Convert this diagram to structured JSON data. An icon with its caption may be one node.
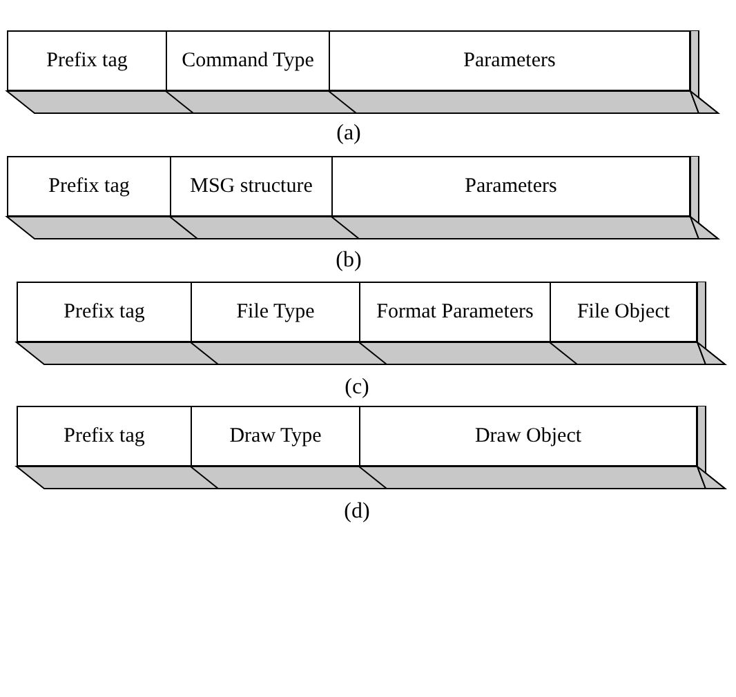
{
  "diagram": {
    "nodes": [
      {
        "text": [
          "Prefix tag"
        ]
      },
      {
        "text": [
          "Command Type"
        ]
      },
      {
        "text": [
          "Parameters"
        ]
      },
      {
        "text": [
          "Prefix tag"
        ]
      },
      {
        "text": [
          "MSG structure"
        ]
      },
      {
        "text": [
          "Parameters"
        ]
      },
      {
        "text": [
          "Prefix tag"
        ]
      },
      {
        "text": [
          "File Type"
        ]
      },
      {
        "text": [
          "Format Parameters"
        ]
      },
      {
        "text": [
          "File Object"
        ]
      },
      {
        "text": [
          "Prefix tag"
        ]
      },
      {
        "text": [
          "Draw Type"
        ]
      },
      {
        "text": [
          "Draw Object"
        ]
      }
    ],
    "labels": [
      "(a)",
      "(b)",
      "(c)",
      "(d)"
    ]
  }
}
